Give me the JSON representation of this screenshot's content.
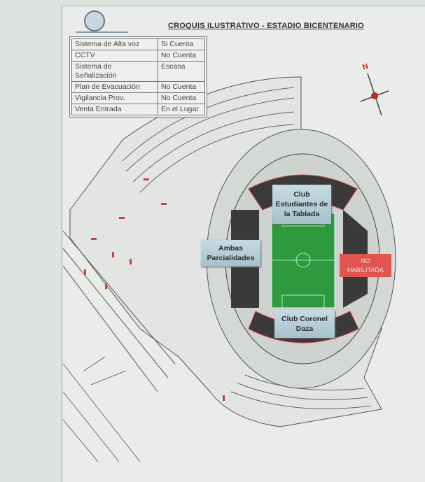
{
  "document": {
    "title": "CROQUIS ILUSTRATIVO - ESTADIO BICENTENARIO",
    "north_label": "N"
  },
  "info_table": [
    {
      "item": "Sistema de Alta voz",
      "value": "Si Cuenta"
    },
    {
      "item": "CCTV",
      "value": "No Cuenta"
    },
    {
      "item": "Sistema de Señalización",
      "value": "Escasa"
    },
    {
      "item": "Plan de Evacuación",
      "value": "No Cuenta"
    },
    {
      "item": "Vigilancia Prov.",
      "value": "No Cuenta"
    },
    {
      "item": "Venta Entrada",
      "value": "En el Lugar"
    }
  ],
  "map_labels": {
    "north_stand": "Club Estudiantes de la Tablada",
    "west_stand": "Ambas Parcialidades",
    "south_stand": "Club Coronel Daza",
    "east_stand_line1": "NO",
    "east_stand_line2": "HABILITADA"
  },
  "colors": {
    "pitch": "#2e9a3e",
    "closed": "#e0554f",
    "label_bg": "#b6cfd8",
    "stands": "#3a3a3a"
  }
}
